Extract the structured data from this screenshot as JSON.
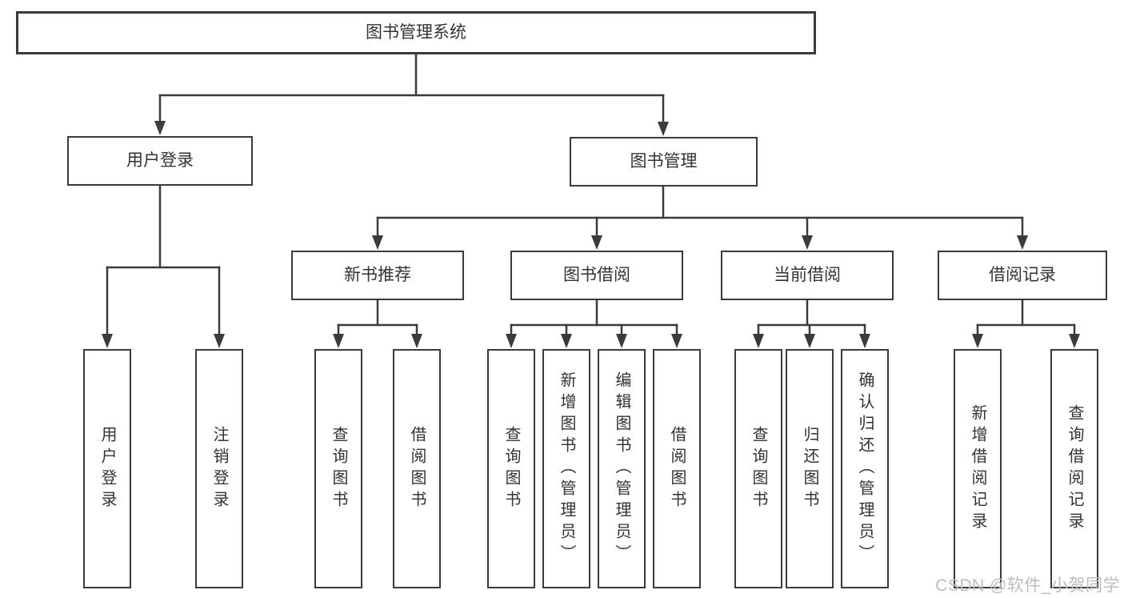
{
  "diagram": {
    "title": "图书管理系统",
    "tree": {
      "label": "图书管理系统",
      "children": [
        {
          "label": "用户登录",
          "children": [
            {
              "label": "用户登录"
            },
            {
              "label": "注销登录"
            }
          ]
        },
        {
          "label": "图书管理",
          "children": [
            {
              "label": "新书推荐",
              "children": [
                {
                  "label": "查询图书"
                },
                {
                  "label": "借阅图书"
                }
              ]
            },
            {
              "label": "图书借阅",
              "children": [
                {
                  "label": "查询图书"
                },
                {
                  "label": "新增图书（管理员）"
                },
                {
                  "label": "编辑图书（管理员）"
                },
                {
                  "label": "借阅图书"
                }
              ]
            },
            {
              "label": "当前借阅",
              "children": [
                {
                  "label": "查询图书"
                },
                {
                  "label": "归还图书"
                },
                {
                  "label": "确认归还（管理员）"
                }
              ]
            },
            {
              "label": "借阅记录",
              "children": [
                {
                  "label": "新增借阅记录"
                },
                {
                  "label": "查询借阅记录"
                }
              ]
            }
          ]
        }
      ]
    },
    "watermark": "CSDN @软件_小贺同学",
    "colors": {
      "line": "#3b3b3b",
      "text": "#333333",
      "box_background": "#ffffff",
      "watermark": "#bdbdbd",
      "background": "#ffffff"
    }
  }
}
